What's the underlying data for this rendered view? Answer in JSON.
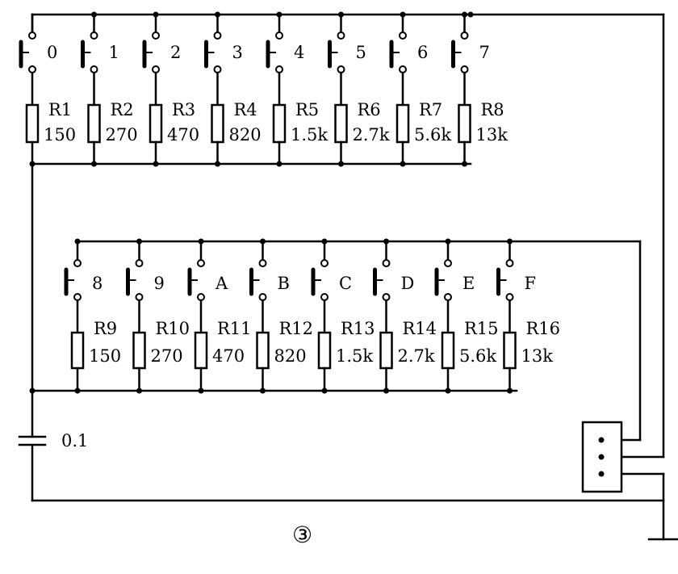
{
  "figure_label": "③",
  "capacitor": {
    "label": "0.1"
  },
  "row1": [
    {
      "key": "0",
      "r": "R1",
      "v": "150"
    },
    {
      "key": "1",
      "r": "R2",
      "v": "270"
    },
    {
      "key": "2",
      "r": "R3",
      "v": "470"
    },
    {
      "key": "3",
      "r": "R4",
      "v": "820"
    },
    {
      "key": "4",
      "r": "R5",
      "v": "1.5k"
    },
    {
      "key": "5",
      "r": "R6",
      "v": "2.7k"
    },
    {
      "key": "6",
      "r": "R7",
      "v": "5.6k"
    },
    {
      "key": "7",
      "r": "R8",
      "v": "13k"
    }
  ],
  "row2": [
    {
      "key": "8",
      "r": "R9",
      "v": "150"
    },
    {
      "key": "9",
      "r": "R10",
      "v": "270"
    },
    {
      "key": "A",
      "r": "R11",
      "v": "470"
    },
    {
      "key": "B",
      "r": "R12",
      "v": "820"
    },
    {
      "key": "C",
      "r": "R13",
      "v": "1.5k"
    },
    {
      "key": "D",
      "r": "R14",
      "v": "2.7k"
    },
    {
      "key": "E",
      "r": "R15",
      "v": "5.6k"
    },
    {
      "key": "F",
      "r": "R16",
      "v": "13k"
    }
  ]
}
